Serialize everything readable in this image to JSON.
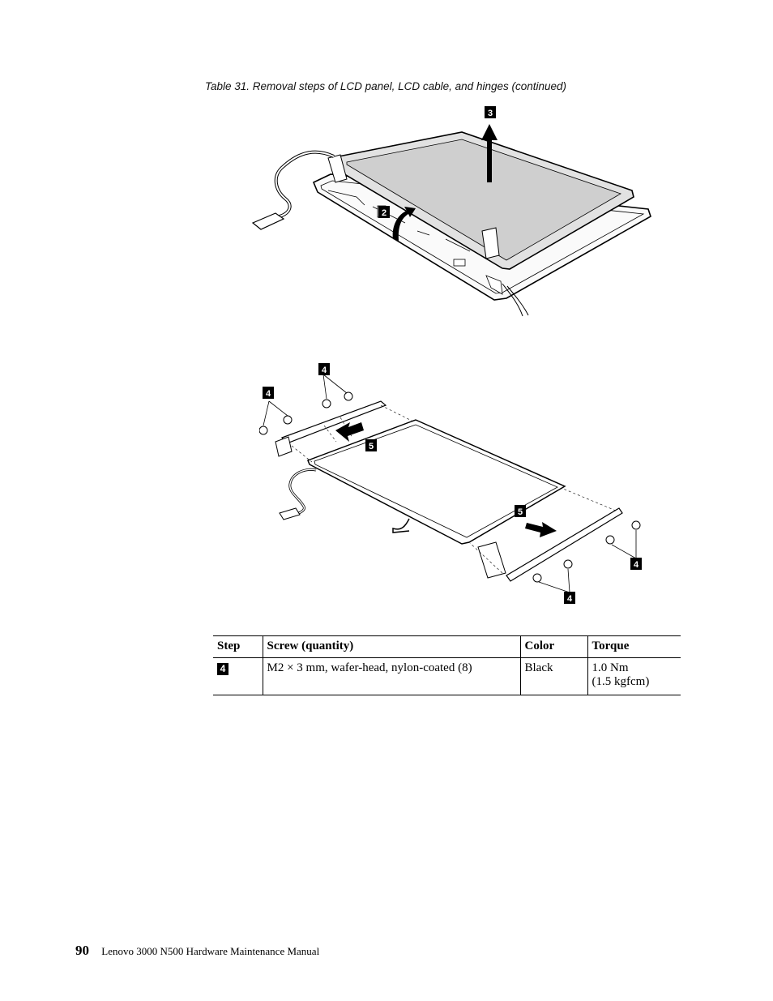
{
  "caption": "Table 31. Removal steps of LCD panel, LCD cable, and hinges  (continued)",
  "figure1": {
    "callouts": [
      "3",
      "2"
    ]
  },
  "figure2": {
    "callouts": [
      "4",
      "4",
      "5",
      "5",
      "4",
      "4"
    ]
  },
  "table": {
    "headers": [
      "Step",
      "Screw (quantity)",
      "Color",
      "Torque"
    ],
    "rows": [
      {
        "step": "4",
        "screw": "M2 × 3 mm, wafer-head, nylon-coated (8)",
        "color": "Black",
        "torque_line1": "1.0 Nm",
        "torque_line2": "(1.5 kgfcm)"
      }
    ]
  },
  "footer": {
    "page_number": "90",
    "title": "Lenovo 3000 N500 Hardware Maintenance Manual"
  }
}
